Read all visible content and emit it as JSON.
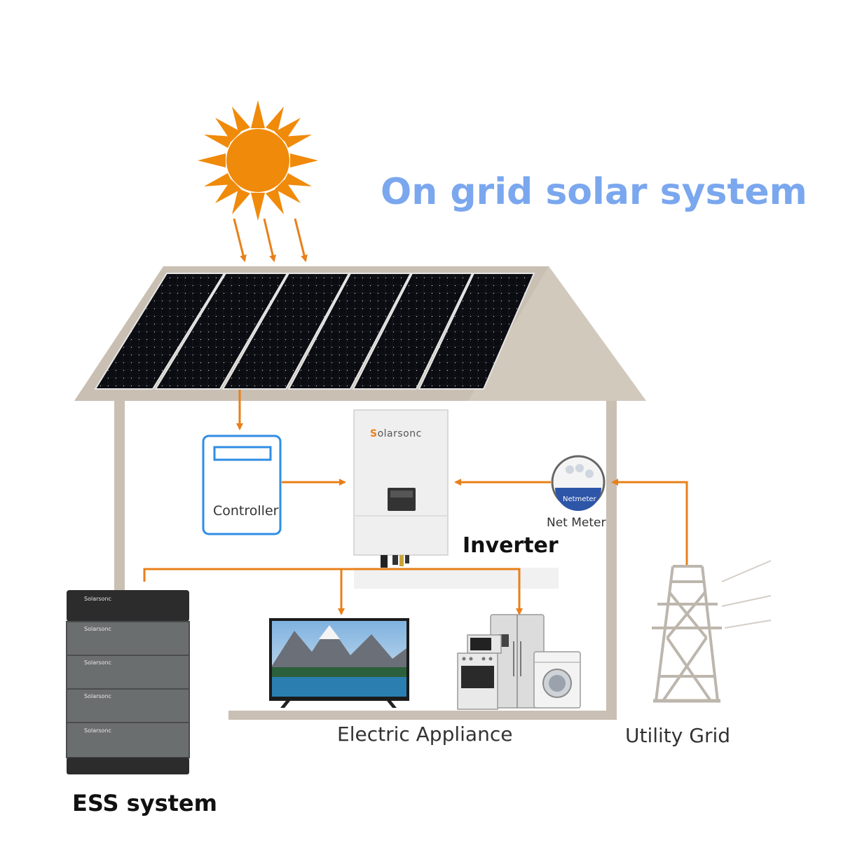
{
  "title": "On grid solar system",
  "labels": {
    "controller": "Controller",
    "inverter": "Inverter",
    "net_meter": "Net Meter",
    "electric_appliance": "Electric Appliance",
    "utility_grid": "Utility Grid",
    "ess_system": "ESS system"
  },
  "device_text": {
    "inverter_brand_initial": "S",
    "inverter_brand_rest": "olarsonc",
    "battery_brand": "Solarsonc",
    "net_meter_face": "Netmeter"
  },
  "colors": {
    "title": "#7aa7ee",
    "flow_arrow": "#e8801a",
    "sun": "#f08a0a",
    "house": "#c9bfb3",
    "panel": "#101218",
    "controller_outline": "#2f8de4",
    "battery_body": "#6b6e6f",
    "tower": "#bdb6ad"
  },
  "icons": [
    "sun-icon",
    "solar-panel-icon",
    "controller-icon",
    "inverter-icon",
    "net-meter-icon",
    "tv-icon",
    "kitchen-appliances-icon",
    "power-tower-icon",
    "battery-stack-icon"
  ]
}
